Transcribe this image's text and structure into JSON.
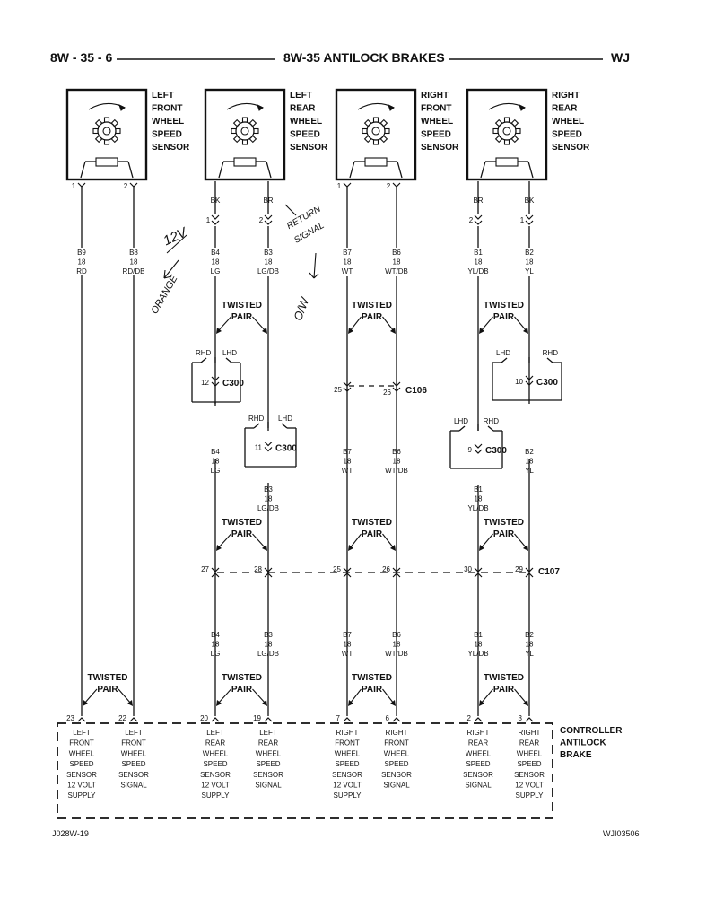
{
  "header": {
    "page_number": "8W - 35 - 6",
    "title": "8W-35 ANTILOCK BRAKES",
    "model": "WJ"
  },
  "sensors": [
    {
      "label": [
        "LEFT",
        "FRONT",
        "WHEEL",
        "SPEED",
        "SENSOR"
      ],
      "pins": [
        "1",
        "2"
      ]
    },
    {
      "label": [
        "LEFT",
        "REAR",
        "WHEEL",
        "SPEED",
        "SENSOR"
      ],
      "pins": [
        "BK",
        "BR"
      ],
      "conn_pins": [
        "1",
        "2"
      ]
    },
    {
      "label": [
        "RIGHT",
        "FRONT",
        "WHEEL",
        "SPEED",
        "SENSOR"
      ],
      "pins": [
        "1",
        "2"
      ]
    },
    {
      "label": [
        "RIGHT",
        "REAR",
        "WHEEL",
        "SPEED",
        "SENSOR"
      ],
      "pins": [
        "BR",
        "BK"
      ],
      "conn_pins": [
        "2",
        "1"
      ]
    }
  ],
  "wires_top": [
    [
      "B9",
      "18",
      "RD"
    ],
    [
      "B8",
      "18",
      "RD/DB"
    ],
    [
      "B4",
      "18",
      "LG"
    ],
    [
      "B3",
      "18",
      "LG/DB"
    ],
    [
      "B7",
      "18",
      "WT"
    ],
    [
      "B6",
      "18",
      "WT/DB"
    ],
    [
      "B1",
      "18",
      "YL/DB"
    ],
    [
      "B2",
      "18",
      "YL"
    ]
  ],
  "twisted_pair": [
    "TWISTED",
    "PAIR"
  ],
  "connectors": {
    "c300_a": {
      "name": "C300",
      "pin": "12",
      "opts": [
        "RHD",
        "LHD"
      ]
    },
    "c300_b": {
      "name": "C300",
      "pin": "11",
      "opts": [
        "RHD",
        "LHD"
      ]
    },
    "c300_c": {
      "name": "C300",
      "pin": "10",
      "opts": [
        "LHD",
        "RHD"
      ]
    },
    "c300_d": {
      "name": "C300",
      "pin": "9",
      "opts": [
        "LHD",
        "RHD"
      ]
    },
    "c106": {
      "name": "C106",
      "pins": [
        "25",
        "26"
      ]
    },
    "c107": {
      "name": "C107",
      "pins": [
        "27",
        "28",
        "25",
        "26",
        "30",
        "29"
      ]
    }
  },
  "wires_mid": {
    "b4": [
      "B4",
      "18",
      "LG"
    ],
    "b3": [
      "B3",
      "18",
      "LG/DB"
    ],
    "b7": [
      "B7",
      "18",
      "WT"
    ],
    "b6": [
      "B6",
      "18",
      "WT/DB"
    ],
    "b1": [
      "B1",
      "18",
      "YL/DB"
    ],
    "b2": [
      "B2",
      "18",
      "YL"
    ]
  },
  "wires_low": [
    [
      "B4",
      "18",
      "LG"
    ],
    [
      "B3",
      "18",
      "LG/DB"
    ],
    [
      "B7",
      "18",
      "WT"
    ],
    [
      "B6",
      "18",
      "WT/DB"
    ],
    [
      "B1",
      "18",
      "YL/DB"
    ],
    [
      "B2",
      "18",
      "YL"
    ]
  ],
  "controller": {
    "title": [
      "CONTROLLER",
      "ANTILOCK",
      "BRAKE"
    ],
    "pins": [
      "23",
      "22",
      "20",
      "19",
      "7",
      "6",
      "2",
      "3"
    ],
    "functions": [
      [
        "LEFT",
        "FRONT",
        "WHEEL",
        "SPEED",
        "SENSOR",
        "12 VOLT",
        "SUPPLY"
      ],
      [
        "LEFT",
        "FRONT",
        "WHEEL",
        "SPEED",
        "SENSOR",
        "SIGNAL"
      ],
      [
        "LEFT",
        "REAR",
        "WHEEL",
        "SPEED",
        "SENSOR",
        "12 VOLT",
        "SUPPLY"
      ],
      [
        "LEFT",
        "REAR",
        "WHEEL",
        "SPEED",
        "SENSOR",
        "SIGNAL"
      ],
      [
        "RIGHT",
        "FRONT",
        "WHEEL",
        "SPEED",
        "SENSOR",
        "12 VOLT",
        "SUPPLY"
      ],
      [
        "RIGHT",
        "FRONT",
        "WHEEL",
        "SPEED",
        "SENSOR",
        "SIGNAL"
      ],
      [
        "RIGHT",
        "REAR",
        "WHEEL",
        "SPEED",
        "SENSOR",
        "SIGNAL"
      ],
      [
        "RIGHT",
        "REAR",
        "WHEEL",
        "SPEED",
        "SENSOR",
        "12 VOLT",
        "SUPPLY"
      ]
    ]
  },
  "handwritten": {
    "n12v": "12V",
    "orange": "ORANGE",
    "return_signal": [
      "RETURN",
      "SIGNAL"
    ],
    "ow": "O/W"
  },
  "footer": {
    "left_code": "J028W-19",
    "right_code": "WJI03506"
  }
}
